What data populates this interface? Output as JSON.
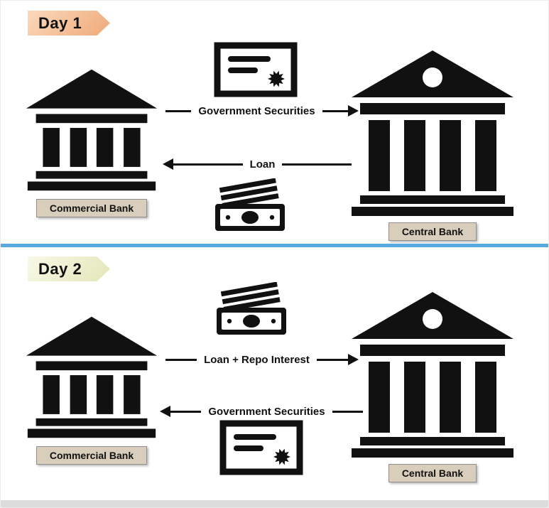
{
  "colors": {
    "day1_banner": "#efa977",
    "day1_banner_light": "#fbd9bd",
    "day2_banner": "#e3e6b8",
    "day2_banner_light": "#f8f9e8",
    "divider": "#56aadf",
    "bank_label_bg": "#d9cdbb",
    "bank_label_border": "#8f8f8f",
    "ink": "#111111"
  },
  "sections": [
    {
      "banner_label": "Day 1",
      "left_bank_label": "Commercial Bank",
      "right_bank_label": "Central Bank",
      "left_bank_icon": "bank-building-icon",
      "right_bank_icon": "bank-building-dome-icon",
      "flows": [
        {
          "label": "Government Securities",
          "direction": "right",
          "icon": "certificate-icon",
          "icon_position": "above"
        },
        {
          "label": "Loan",
          "direction": "left",
          "icon": "money-icon",
          "icon_position": "below"
        }
      ]
    },
    {
      "banner_label": "Day 2",
      "left_bank_label": "Commercial Bank",
      "right_bank_label": "Central Bank",
      "left_bank_icon": "bank-building-icon",
      "right_bank_icon": "bank-building-dome-icon",
      "flows": [
        {
          "label": "Loan + Repo Interest",
          "direction": "right",
          "icon": "money-icon",
          "icon_position": "above"
        },
        {
          "label": "Government Securities",
          "direction": "left",
          "icon": "certificate-icon",
          "icon_position": "below"
        }
      ]
    }
  ]
}
